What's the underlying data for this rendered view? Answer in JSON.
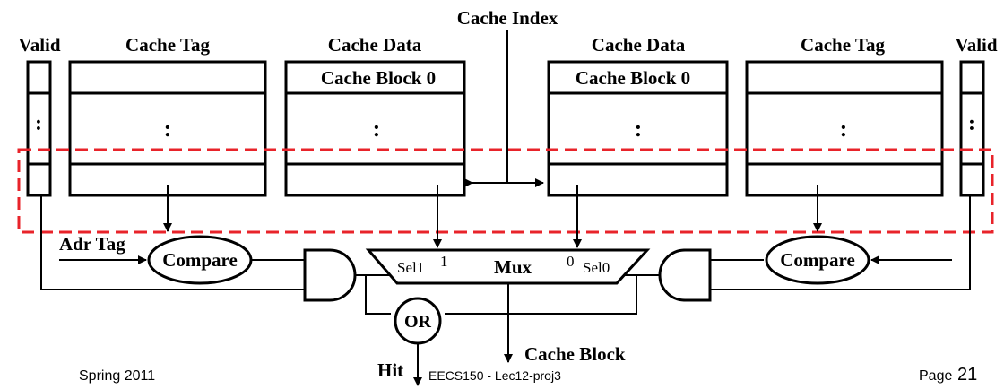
{
  "diagram": {
    "title": "Cache Index",
    "left": {
      "valid_label": "Valid",
      "tag_label": "Cache Tag",
      "data_label": "Cache Data",
      "block_label": "Cache Block 0",
      "compare_label": "Compare"
    },
    "right": {
      "valid_label": "Valid",
      "tag_label": "Cache Tag",
      "data_label": "Cache Data",
      "block_label": "Cache Block 0",
      "compare_label": "Compare"
    },
    "ellipsis": ":",
    "adr_tag_label": "Adr Tag",
    "mux": {
      "label": "Mux",
      "sel1_label": "Sel1",
      "sel0_label": "Sel0",
      "input1_label": "1",
      "input0_label": "0"
    },
    "or_label": "OR",
    "hit_label": "Hit",
    "cache_block_label": "Cache Block",
    "colors": {
      "highlight": "#e8232a",
      "line": "#000000"
    }
  },
  "footer": {
    "left": "Spring 2011",
    "center": "EECS150 - Lec12-proj3",
    "page_prefix": "Page",
    "page_number": "21"
  }
}
